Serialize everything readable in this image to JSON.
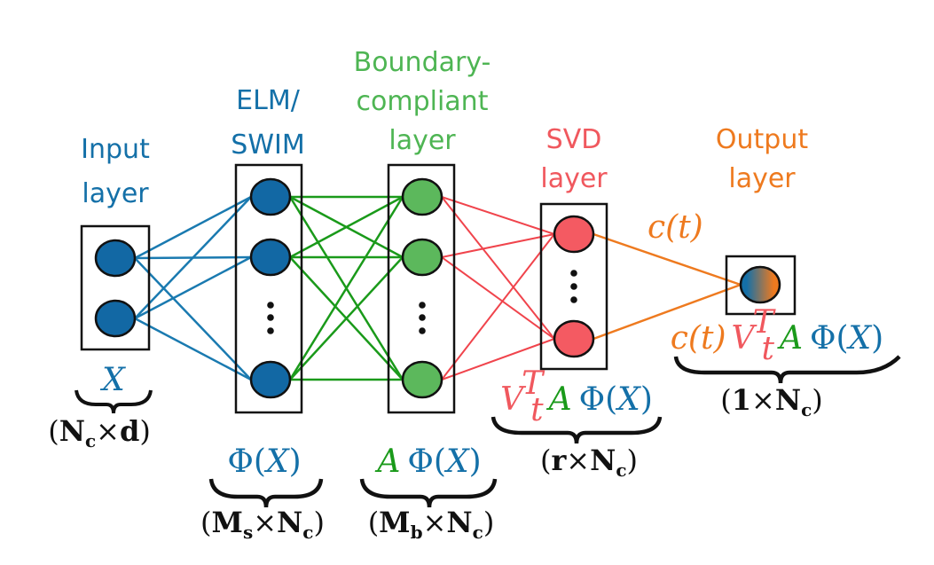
{
  "colors": {
    "blue": "#1470a8",
    "green": "#4eb553",
    "green_line": "#1a9a1a",
    "red": "#f0585e",
    "orange": "#ee7a1f",
    "black": "#111111"
  },
  "layers": [
    {
      "id": "input",
      "title_lines": [
        "Input",
        "layer"
      ],
      "color_key": "blue",
      "nodes": 2,
      "ellipsis": false,
      "math": "X",
      "dims": "(N_c × d)"
    },
    {
      "id": "elm",
      "title_lines": [
        "ELM/",
        "SWIM"
      ],
      "color_key": "blue",
      "nodes": 3,
      "ellipsis": true,
      "math": "Φ(X)",
      "dims": "(M_s × N_c)"
    },
    {
      "id": "boundary",
      "title_lines": [
        "Boundary-",
        "compliant",
        "layer"
      ],
      "color_key": "green",
      "nodes": 3,
      "ellipsis": true,
      "math": "A Φ(X)",
      "dims": "(M_b × N_c)"
    },
    {
      "id": "svd",
      "title_lines": [
        "SVD",
        "layer"
      ],
      "color_key": "red",
      "nodes": 2,
      "ellipsis": true,
      "math": "V_t^T A Φ(X)",
      "dims": "(r × N_c)"
    },
    {
      "id": "output",
      "title_lines": [
        "Output",
        "layer"
      ],
      "color_key": "orange",
      "nodes": 1,
      "ellipsis": false,
      "math": "c(t) V_t^T A Φ(X)",
      "dims": "(1 × N_c)"
    }
  ],
  "labels": {
    "input_title_1": "Input",
    "input_title_2": "layer",
    "elm_title_1": "ELM/",
    "elm_title_2": "SWIM",
    "bc_title_1": "Boundary-",
    "bc_title_2": "compliant",
    "bc_title_3": "layer",
    "svd_title_1": "SVD",
    "svd_title_2": "layer",
    "out_title_1": "Output",
    "out_title_2": "layer",
    "edge_label": "c(t)",
    "x": "X",
    "phi": "Φ",
    "lparen": "(",
    "rparen": ")",
    "A": "A",
    "V": "V",
    "t": "t",
    "T": "T",
    "c": "c",
    "times": "×",
    "N": "N",
    "csub": "c",
    "d": "d",
    "M": "M",
    "s": "s",
    "b": "b",
    "r": "r",
    "one": "1"
  }
}
